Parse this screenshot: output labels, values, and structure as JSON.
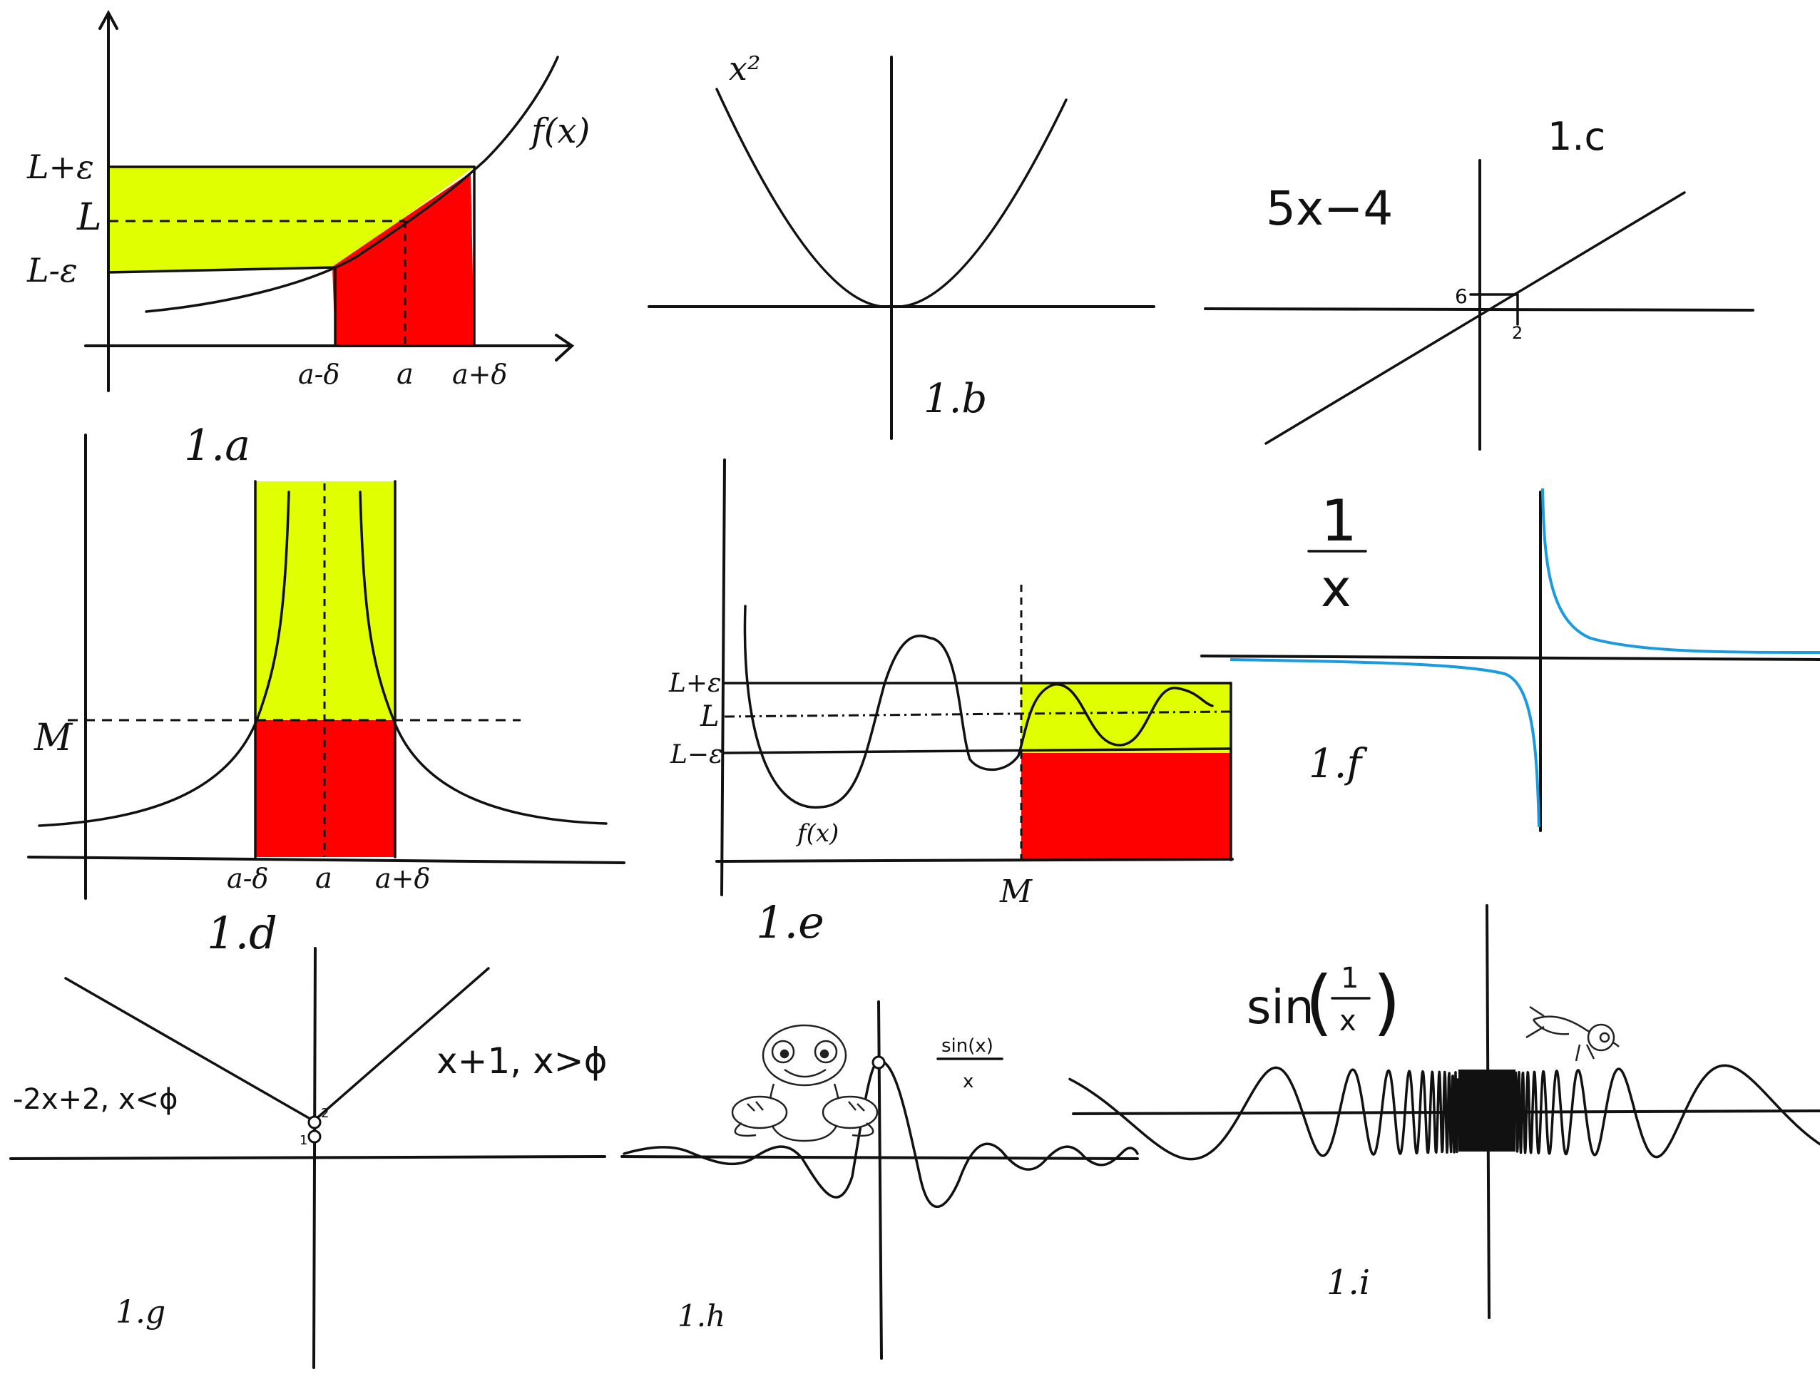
{
  "colors": {
    "yellow": "#e0ff00",
    "red": "#ff0000",
    "ink": "#111111",
    "blue": "#1a9be0"
  },
  "panels": {
    "a": {
      "caption": "1.a",
      "func": "f(x)",
      "L_plus": "L+ε",
      "L": "L",
      "L_minus": "L-ε",
      "a_minus": "a-δ",
      "a": "a",
      "a_plus": "a+δ"
    },
    "b": {
      "caption": "1.b",
      "func": "x²"
    },
    "c": {
      "caption": "1.c",
      "func": "5x−4",
      "y_tick": "6",
      "x_tick": "2"
    },
    "d": {
      "caption": "1.d",
      "M": "M",
      "a_minus": "a-δ",
      "a": "a",
      "a_plus": "a+δ"
    },
    "e": {
      "caption": "1.e",
      "func": "f(x)",
      "L_plus": "L+ε",
      "L": "L",
      "L_minus": "L−ε",
      "M": "M"
    },
    "f": {
      "caption": "1.f",
      "numerator": "1",
      "denominator": "x",
      "icons": [
        "blue-hyperbola-curve"
      ]
    },
    "g": {
      "caption": "1.g",
      "left_piece": "-2x+2, x<ϕ",
      "right_piece": "x+1, x>ϕ",
      "point_top": "2",
      "point_bottom": "1"
    },
    "h": {
      "caption": "1.h",
      "func_num": "sin(x)",
      "func_den": "x",
      "icons": [
        "frog-icon"
      ]
    },
    "i": {
      "caption": "1.i",
      "func_name": "sin",
      "frac_num": "1",
      "frac_den": "x",
      "icons": [
        "leaping-frog-icon"
      ]
    }
  }
}
